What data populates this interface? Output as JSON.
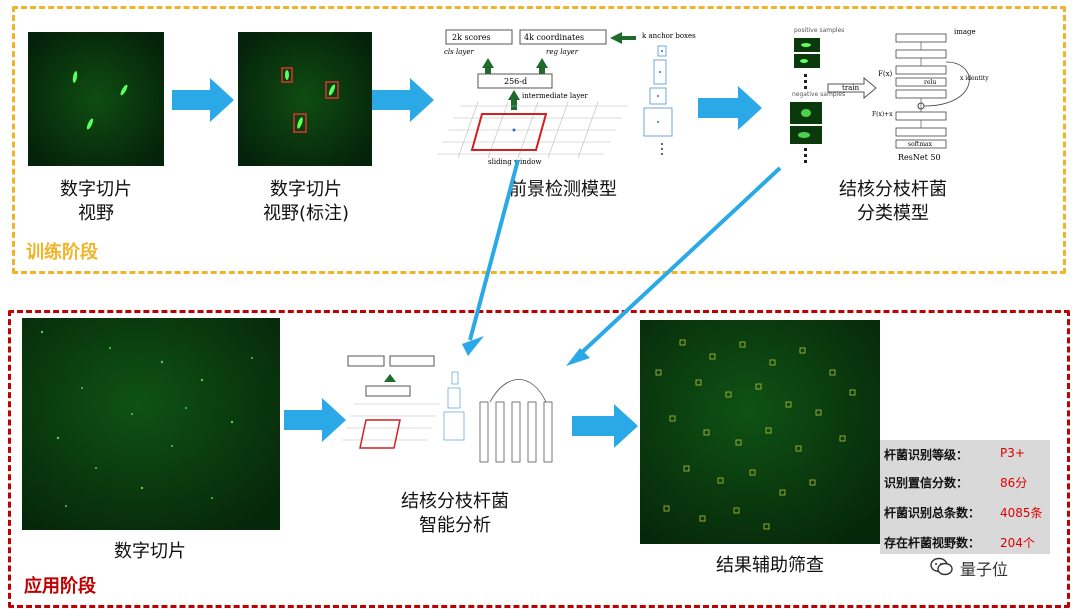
{
  "stages": {
    "train_label": "训练阶段",
    "apply_label": "应用阶段"
  },
  "train": {
    "cap_slide": "数字切片\n视野",
    "cap_annotated": "数字切片\n视野(标注)",
    "cap_foreground": "前景检测模型",
    "cap_classify": "结核分枝杆菌\n分类模型",
    "rpn": {
      "scores": "2k scores",
      "coords": "4k coordinates",
      "anchor": "k anchor boxes",
      "cls_layer": "cls layer",
      "reg_layer": "reg layer",
      "feat": "256-d",
      "intermediate": "intermediate layer",
      "sliding": "sliding window"
    },
    "resnet": {
      "image": "image",
      "positive": "positive samples",
      "negative": "negative samples",
      "train": "train",
      "identity": "x identity",
      "fx": "F(x)",
      "fxx": "F(x)+x",
      "relu": "relu",
      "softmax": "softmax",
      "name": "ResNet 50"
    }
  },
  "apply": {
    "cap_slide": "数字切片",
    "cap_analysis": "结核分枝杆菌\n智能分析",
    "cap_result": "结果辅助筛查"
  },
  "results": [
    {
      "label": "杆菌识别等级：",
      "value": "P3+"
    },
    {
      "label": "识别置信分数：",
      "value": "86分"
    },
    {
      "label": "杆菌识别总条数：",
      "value": "4085条"
    },
    {
      "label": "存在杆菌视野数：",
      "value": "204个"
    }
  ],
  "watermark": "量子位",
  "colors": {
    "train_border": "#f0b429",
    "apply_border": "#c00000",
    "arrow": "#2aa9e6",
    "result_value": "#e00000"
  }
}
